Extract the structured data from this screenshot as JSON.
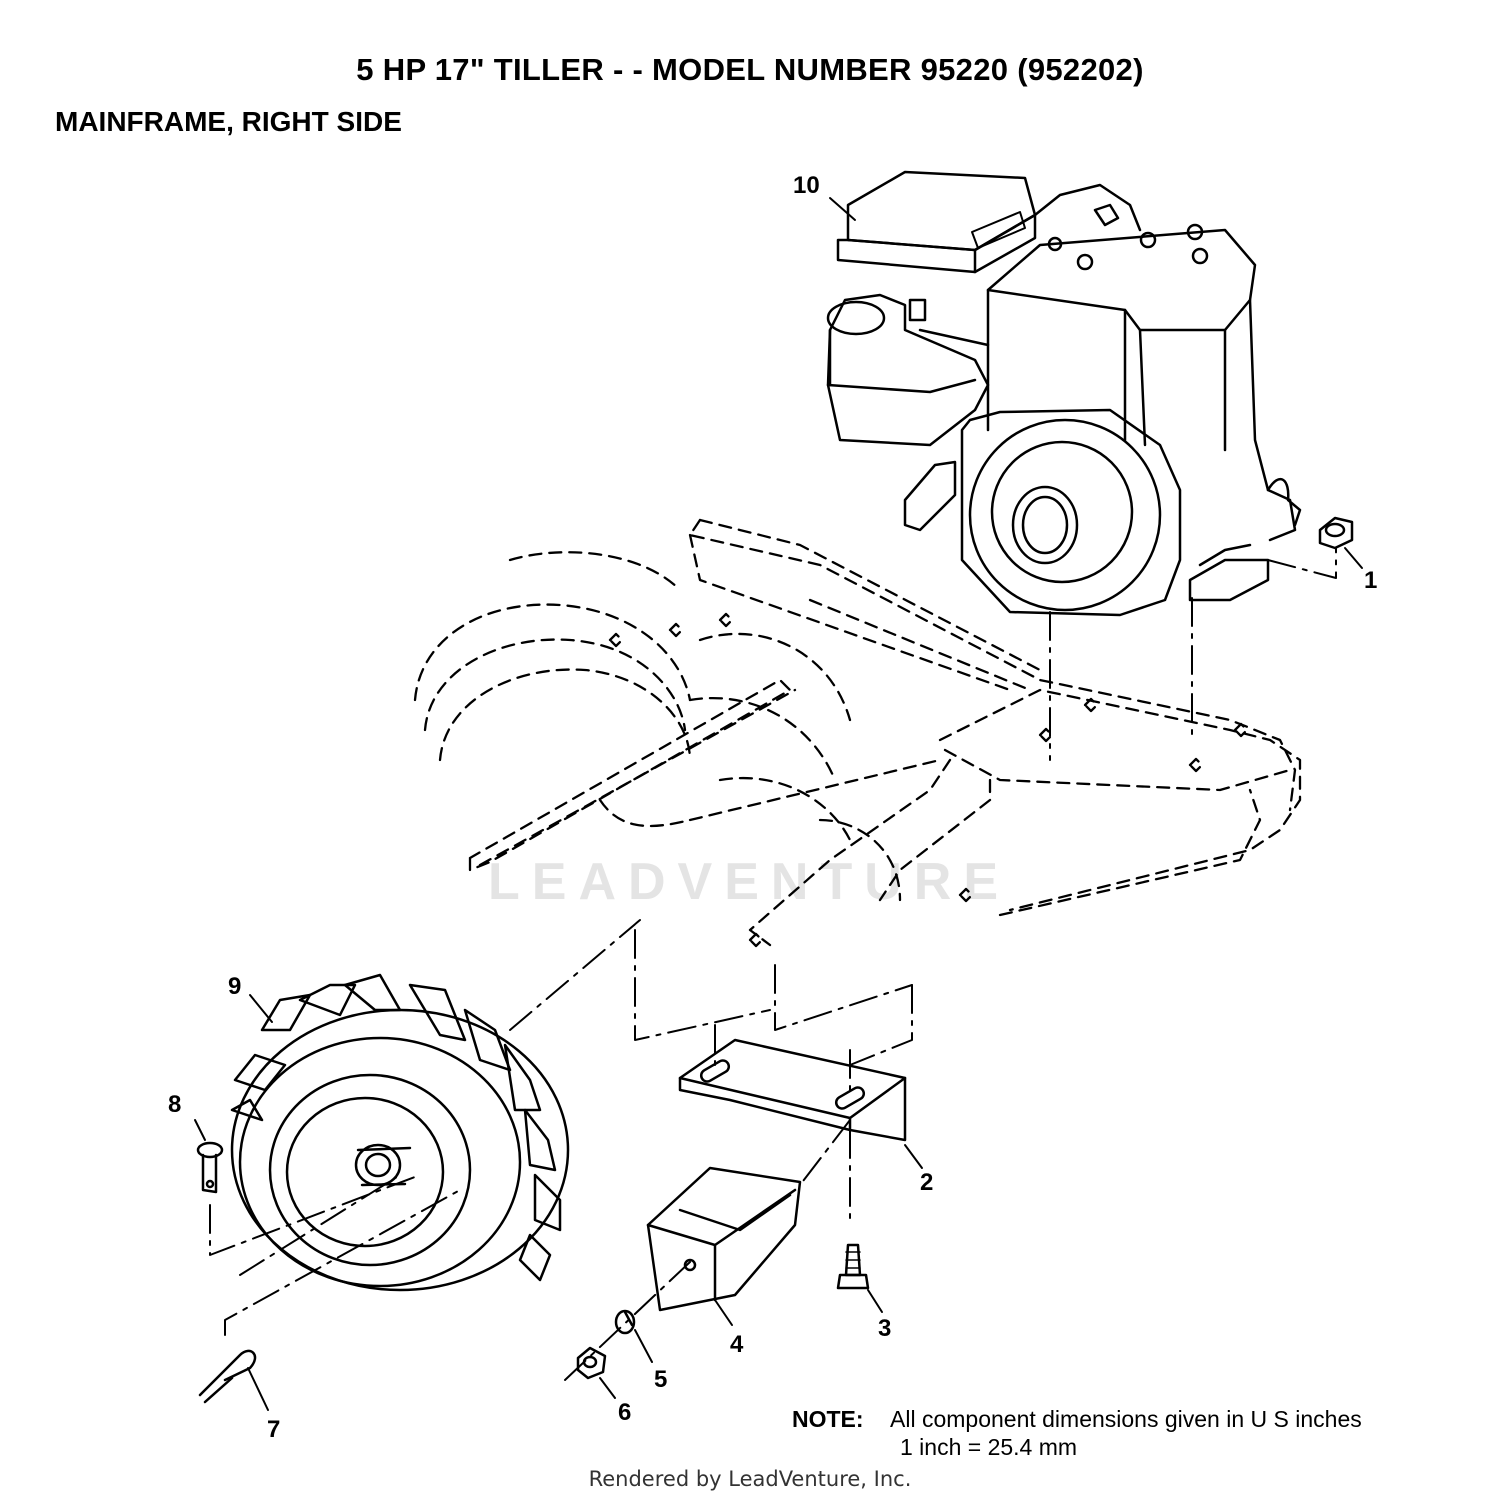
{
  "title": "5 HP 17\" TILLER - - MODEL NUMBER 95220 (952202)",
  "subtitle": "MAINFRAME, RIGHT SIDE",
  "callouts": [
    {
      "id": "1",
      "part": "flange-nut"
    },
    {
      "id": "2",
      "part": "mounting-bracket"
    },
    {
      "id": "3",
      "part": "bolt"
    },
    {
      "id": "4",
      "part": "weight-block"
    },
    {
      "id": "5",
      "part": "lock-washer"
    },
    {
      "id": "6",
      "part": "hex-nut"
    },
    {
      "id": "7",
      "part": "hairpin-clip"
    },
    {
      "id": "8",
      "part": "clevis-pin"
    },
    {
      "id": "9",
      "part": "wheel-tire"
    },
    {
      "id": "10",
      "part": "engine"
    }
  ],
  "note": {
    "label": "NOTE:",
    "line1": "All component dimensions given in U S inches",
    "line2": "1 inch = 25.4 mm"
  },
  "watermark": "LEADVENTURE",
  "footer": "Rendered by LeadVenture, Inc."
}
